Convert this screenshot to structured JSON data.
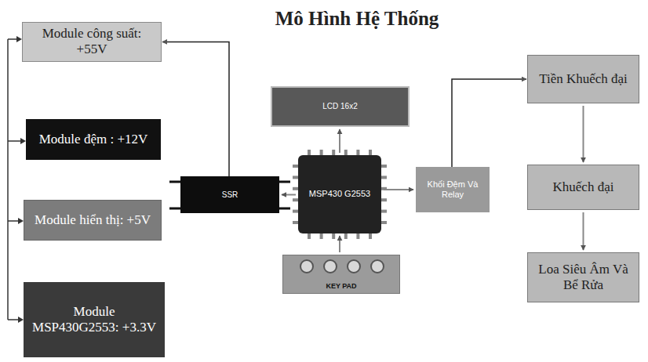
{
  "diagram": {
    "title": "Mô Hình Hệ Thống",
    "nodes": [
      {
        "text": [
          "Module công suất: +55V"
        ]
      },
      {
        "text": [
          "Module đệm : +12V"
        ]
      },
      {
        "text": [
          "Module hiển thị: +5V"
        ]
      },
      {
        "text": [
          "Module MSP430G2553: +3.3V"
        ]
      },
      {
        "text": [
          "SSR"
        ]
      },
      {
        "text": [
          "LCD 16x2"
        ]
      },
      {
        "text": [
          "MSP430 G2553"
        ]
      },
      {
        "text": [
          "KEY PAD"
        ]
      },
      {
        "text": [
          "Khối Đệm Và Relay"
        ]
      },
      {
        "text": [
          "Tiền Khuếch đại"
        ]
      },
      {
        "text": [
          "Khuếch đại"
        ]
      },
      {
        "text": [
          "Loa Siêu Âm Và Bể Rửa"
        ]
      }
    ],
    "edges": [
      {
        "from": 4,
        "to": 0,
        "arrow": "to"
      },
      {
        "from": 6,
        "to": 5,
        "arrow": "to"
      },
      {
        "from": 6,
        "to": 4,
        "arrow": "to"
      },
      {
        "from": 7,
        "to": 6,
        "arrow": "to"
      },
      {
        "from": 6,
        "to": 8,
        "arrow": "to"
      },
      {
        "from": 8,
        "to": 9,
        "arrow": "to"
      },
      {
        "from": 9,
        "to": 10,
        "arrow": "to"
      },
      {
        "from": 10,
        "to": 11,
        "arrow": "to"
      }
    ]
  }
}
